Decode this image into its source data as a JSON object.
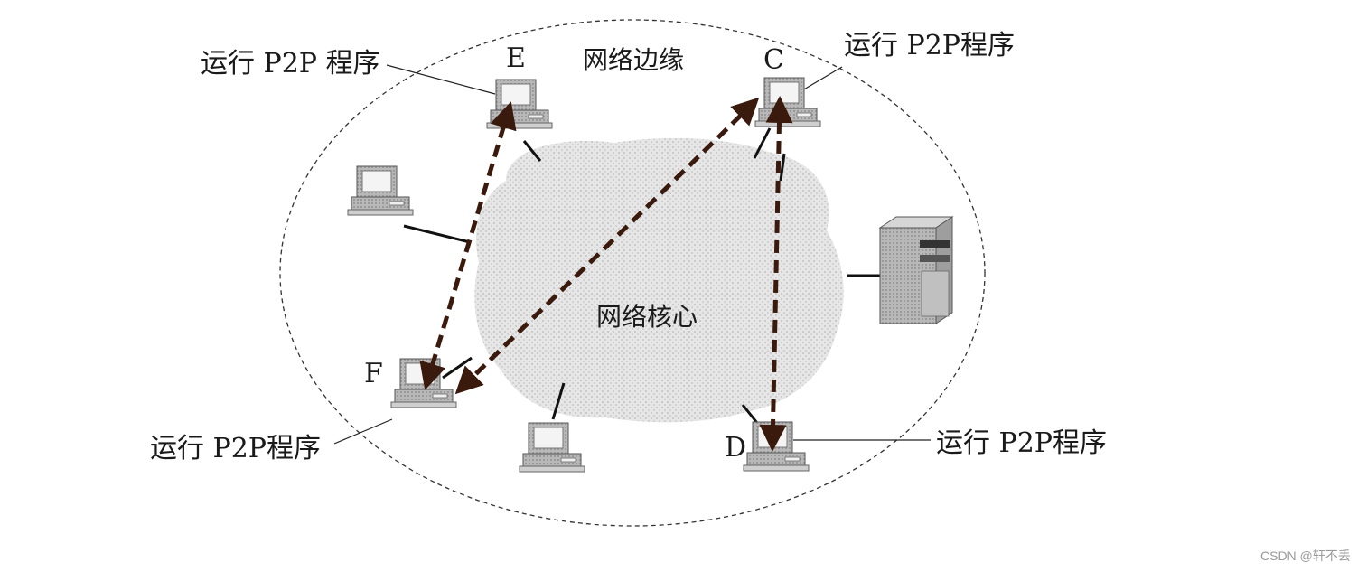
{
  "diagram": {
    "edge_region_label": "网络边缘",
    "core_region_label": "网络核心",
    "nodes": {
      "E": {
        "letter": "E",
        "annotation": "运行 P2P 程序"
      },
      "C": {
        "letter": "C",
        "annotation": "运行 P2P程序"
      },
      "F": {
        "letter": "F",
        "annotation": "运行 P2P程序"
      },
      "D": {
        "letter": "D",
        "annotation": "运行 P2P程序"
      }
    }
  },
  "watermark": "CSDN @轩不丢",
  "colors": {
    "background": "#ffffff",
    "ink": "#1a1a1a",
    "dashed_arrow": "#3a1a0c",
    "core_cloud": "#d9d9d9",
    "computer": "#bdbdbd",
    "watermark": "#9a9a9a"
  },
  "icons": [
    "desktop-computer-icon",
    "server-tower-icon"
  ]
}
